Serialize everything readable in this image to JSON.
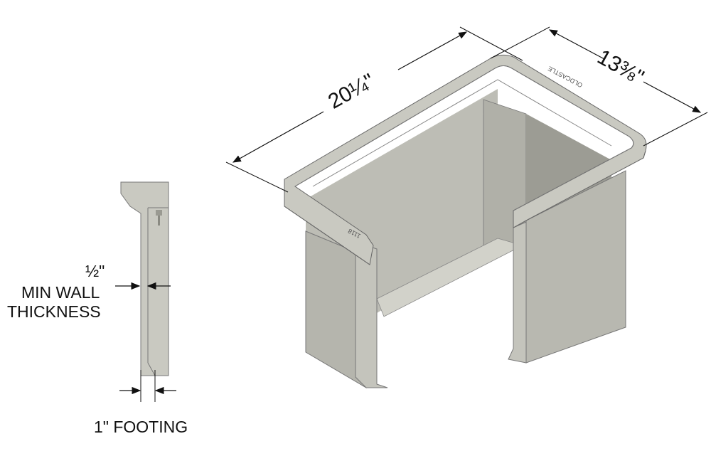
{
  "section_view": {
    "wall_fraction": "½\"",
    "wall_label_line1": "MIN WALL",
    "wall_label_line2": "THICKNESS",
    "footing_label": "1\" FOOTING"
  },
  "box_view": {
    "length_dimension": "20¼\"",
    "width_dimension": "13⅜\"",
    "rim_brand_text": "OLDCASTLE",
    "rim_model_text": "1118"
  },
  "colors": {
    "concrete_light": "#c9c9c1",
    "concrete_mid": "#b3b3aa",
    "concrete_dark": "#9c9c94",
    "line": "#222222"
  }
}
